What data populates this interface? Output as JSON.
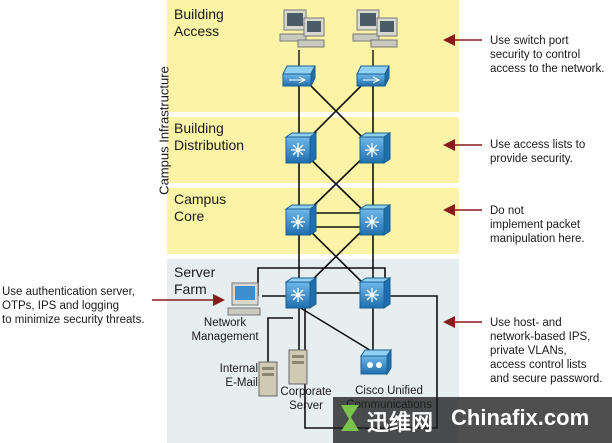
{
  "layers": {
    "access": "Building\nAccess",
    "distribution": "Building\nDistribution",
    "core": "Campus\nCore",
    "server_farm": "Server\nFarm"
  },
  "vertical_label": "Campus Infrastructure",
  "notes": {
    "access": "Use switch port\nsecurity to control\naccess to the network.",
    "distribution": "Use access lists to\nprovide security.",
    "core": "Do not\nimplement packet\nmanipulation here.",
    "server_farm": "Use host- and\nnetwork-based IPS,\nprivate VLANs,\naccess control lists\nand secure password.",
    "management": "Use authentication server,\nOTPs, IPS and logging\nto minimize security threats."
  },
  "devices": {
    "network_management": "Network\nManagement",
    "internal_email": "Internal\nE-Mail",
    "corporate_server": "Corporate\nServer",
    "cisco_unified": "Cisco Unified\nCommunications"
  },
  "watermark": {
    "brand_cn": "迅维网",
    "brand_en": "Chinafix.com"
  },
  "colors": {
    "band_yellow": "#fbf4a6",
    "band_gray": "#e6eef0",
    "switch_blue": "#2f86c8",
    "arrow_red": "#8b1a1a"
  }
}
